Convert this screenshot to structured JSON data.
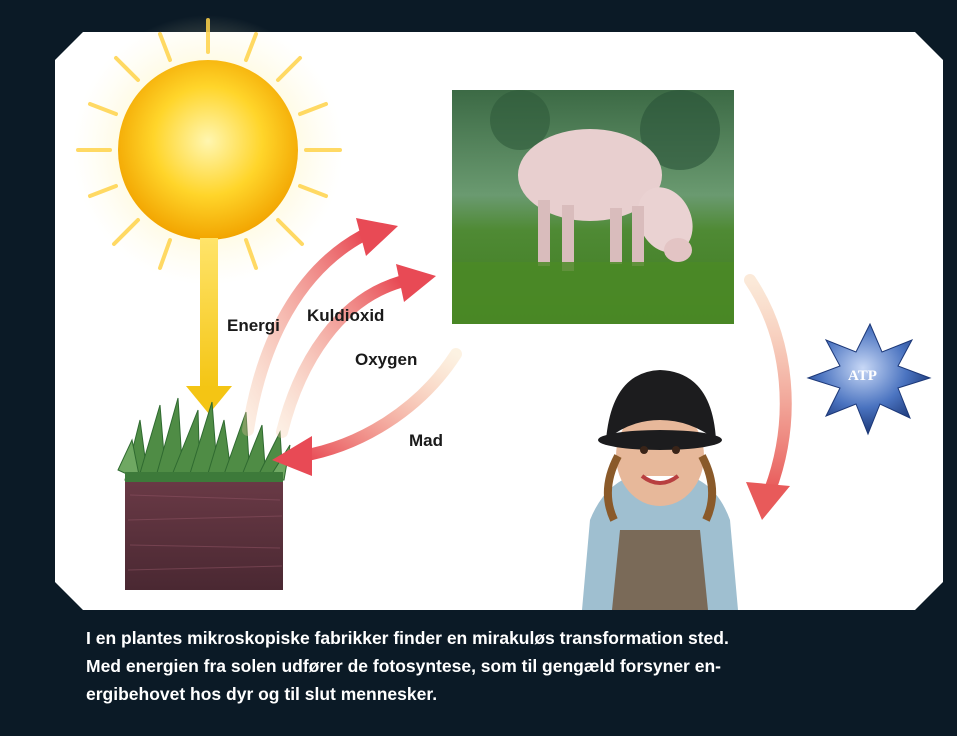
{
  "diagram": {
    "labels": {
      "energy": "Energi",
      "co2": "Kuldioxid",
      "oxygen": "Oxygen",
      "food": "Mad",
      "atp": "ATP"
    },
    "icons": [
      "sun-icon",
      "grass-soil-icon",
      "lamb-photo",
      "child-photo",
      "atp-star-icon"
    ]
  },
  "caption": {
    "line1": "I en plantes mikroskopiske fabrikker finder en mirakuløs transformation sted.",
    "line2": "Med energien fra solen udfører de fotosyntese, som til gengæld forsyner en-",
    "line3": "ergibehovet hos dyr og til slut mennesker."
  },
  "colors": {
    "background": "#0b1a26",
    "panel": "#ffffff",
    "sun": "#f7c21a",
    "arrow_red": "#e8505a",
    "atp_star": "#2a4f9a"
  }
}
